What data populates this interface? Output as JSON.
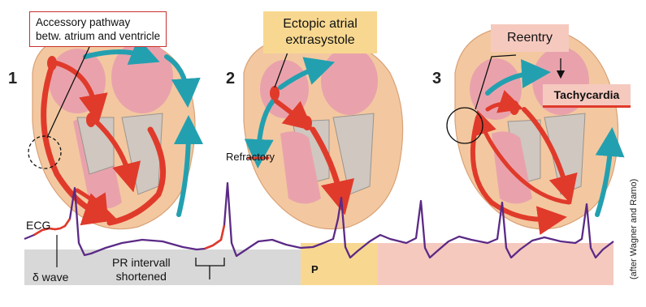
{
  "labels": {
    "accessory_pathway": [
      "Accessory pathway",
      "betw. atrium and ventricle"
    ],
    "ectopic": [
      "Ectopic atrial",
      "extrasystole"
    ],
    "reentry": "Reentry",
    "tachycardia": "Tachycardia",
    "refractory": "Refractory",
    "ecg": "ECG",
    "delta_wave": "δ wave",
    "pr_interval": [
      "PR intervall",
      "shortened"
    ],
    "p_label": "P",
    "credit": "(after Wagner and Ramo)"
  },
  "panels": [
    "1",
    "2",
    "3"
  ],
  "colors": {
    "conduction_red": "#e03a2b",
    "conduction_teal": "#23a0b0",
    "ecg_line": "#5b2a86",
    "panel1_bg": "#d8d8d8",
    "panel2_bg": "#f8d890",
    "panel3_bg": "#f6c9bf",
    "heart_wall": "#f3c8a0",
    "heart_chamber": "#e9a2ac"
  }
}
